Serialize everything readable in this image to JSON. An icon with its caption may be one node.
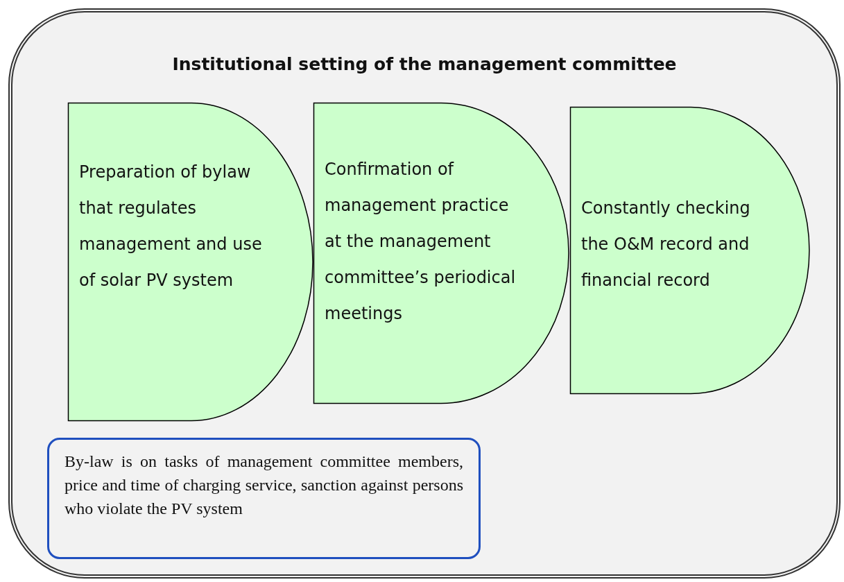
{
  "diagram": {
    "nodes": [
      {
        "text": [
          "Institutional setting of the management committee"
        ]
      },
      {
        "text": [
          "Preparation of bylaw that regulates management and use of solar PV system"
        ],
        "in": 0
      },
      {
        "text": [
          "Confirmation of management practice at the management committee’s periodical meetings"
        ],
        "in": 0
      },
      {
        "text": [
          "Constantly checking the O&M record and financial record"
        ],
        "in": 0
      },
      {
        "text": [
          "By-law is on tasks of management committee members, price and time of charging service, sanction against persons who violate the PV system"
        ],
        "in": 0
      }
    ]
  }
}
